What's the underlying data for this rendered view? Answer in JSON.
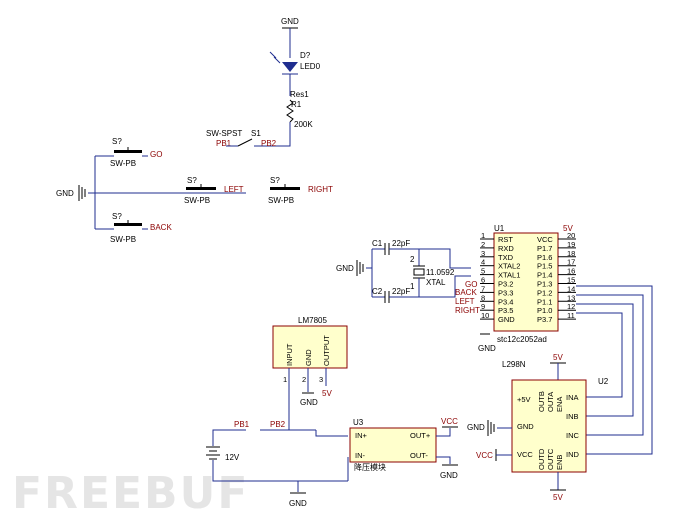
{
  "watermark": "FREEBUF",
  "led": {
    "gnd": "GND",
    "ref": "D?",
    "value": "LED0"
  },
  "resistor": {
    "ref": "Res1",
    "ref2": "R1",
    "value": "200K"
  },
  "switch": {
    "ref": "SW-SPST",
    "ref2": "S1",
    "pin1": "PB1",
    "pin2": "PB2"
  },
  "buttons": {
    "go": {
      "ref": "S?",
      "type": "SW-PB",
      "net": "GO"
    },
    "left": {
      "ref": "S?",
      "type": "SW-PB",
      "net": "LEFT"
    },
    "right": {
      "ref": "S?",
      "type": "SW-PB",
      "net": "RIGHT"
    },
    "back": {
      "ref": "S?",
      "type": "SW-PB",
      "net": "BACK"
    }
  },
  "gnd": "GND",
  "caps": {
    "c1": "C1",
    "c1v": "22pF",
    "c2": "C2",
    "c2v": "22pF"
  },
  "crystal": {
    "value": "11.0592",
    "name": "XTAL",
    "p1": "1",
    "p2": "2"
  },
  "mcu": {
    "ref": "U1",
    "vcc_net": "5V",
    "name": "stc12c2052ad",
    "gnd_net": "GND",
    "left_pins": [
      {
        "num": "1",
        "name": "RST"
      },
      {
        "num": "2",
        "name": "RXD"
      },
      {
        "num": "3",
        "name": "TXD"
      },
      {
        "num": "4",
        "name": "XTAL2"
      },
      {
        "num": "5",
        "name": "XTAL1"
      },
      {
        "num": "6",
        "name": "P3.2"
      },
      {
        "num": "7",
        "name": "P3.3"
      },
      {
        "num": "8",
        "name": "P3.4"
      },
      {
        "num": "9",
        "name": "P3.5"
      },
      {
        "num": "10",
        "name": "GND"
      }
    ],
    "right_pins": [
      {
        "num": "20",
        "name": "VCC"
      },
      {
        "num": "19",
        "name": "P1.7"
      },
      {
        "num": "18",
        "name": "P1.6"
      },
      {
        "num": "17",
        "name": "P1.5"
      },
      {
        "num": "16",
        "name": "P1.4"
      },
      {
        "num": "15",
        "name": "P1.3"
      },
      {
        "num": "14",
        "name": "P1.2"
      },
      {
        "num": "13",
        "name": "P1.1"
      },
      {
        "num": "12",
        "name": "P1.0"
      },
      {
        "num": "11",
        "name": "P3.7"
      }
    ],
    "nets": [
      "GO",
      "BACK",
      "LEFT",
      "RIGHT"
    ]
  },
  "regulator": {
    "name": "LM7805",
    "in": "INPUT",
    "gnd": "GND",
    "out": "OUTPUT",
    "p1": "1",
    "p2": "2",
    "p3": "3",
    "out_net": "5V",
    "gnd_net": "GND"
  },
  "battery": {
    "value": "12V",
    "pb1": "PB1",
    "pb2": "PB2",
    "gnd": "GND"
  },
  "buck": {
    "ref": "U3",
    "inp": "IN+",
    "inn": "IN-",
    "outp": "OUT+",
    "outn": "OUT-",
    "name": "降压模块",
    "vcc": "VCC",
    "gnd": "GND"
  },
  "driver": {
    "name": "L298N",
    "ref": "U2",
    "top_net": "5V",
    "bottom_net": "5V",
    "p5v": "+5V",
    "gnd": "GND",
    "vcc": "VCC",
    "top_labels": [
      "OUTB",
      "OUTA",
      "ENA"
    ],
    "bottom_labels": [
      "OUTD",
      "OUTC",
      "ENB"
    ],
    "inputs": [
      "INA",
      "INB",
      "INC",
      "IND"
    ],
    "gnd_net": "GND",
    "vcc_net": "VCC"
  }
}
